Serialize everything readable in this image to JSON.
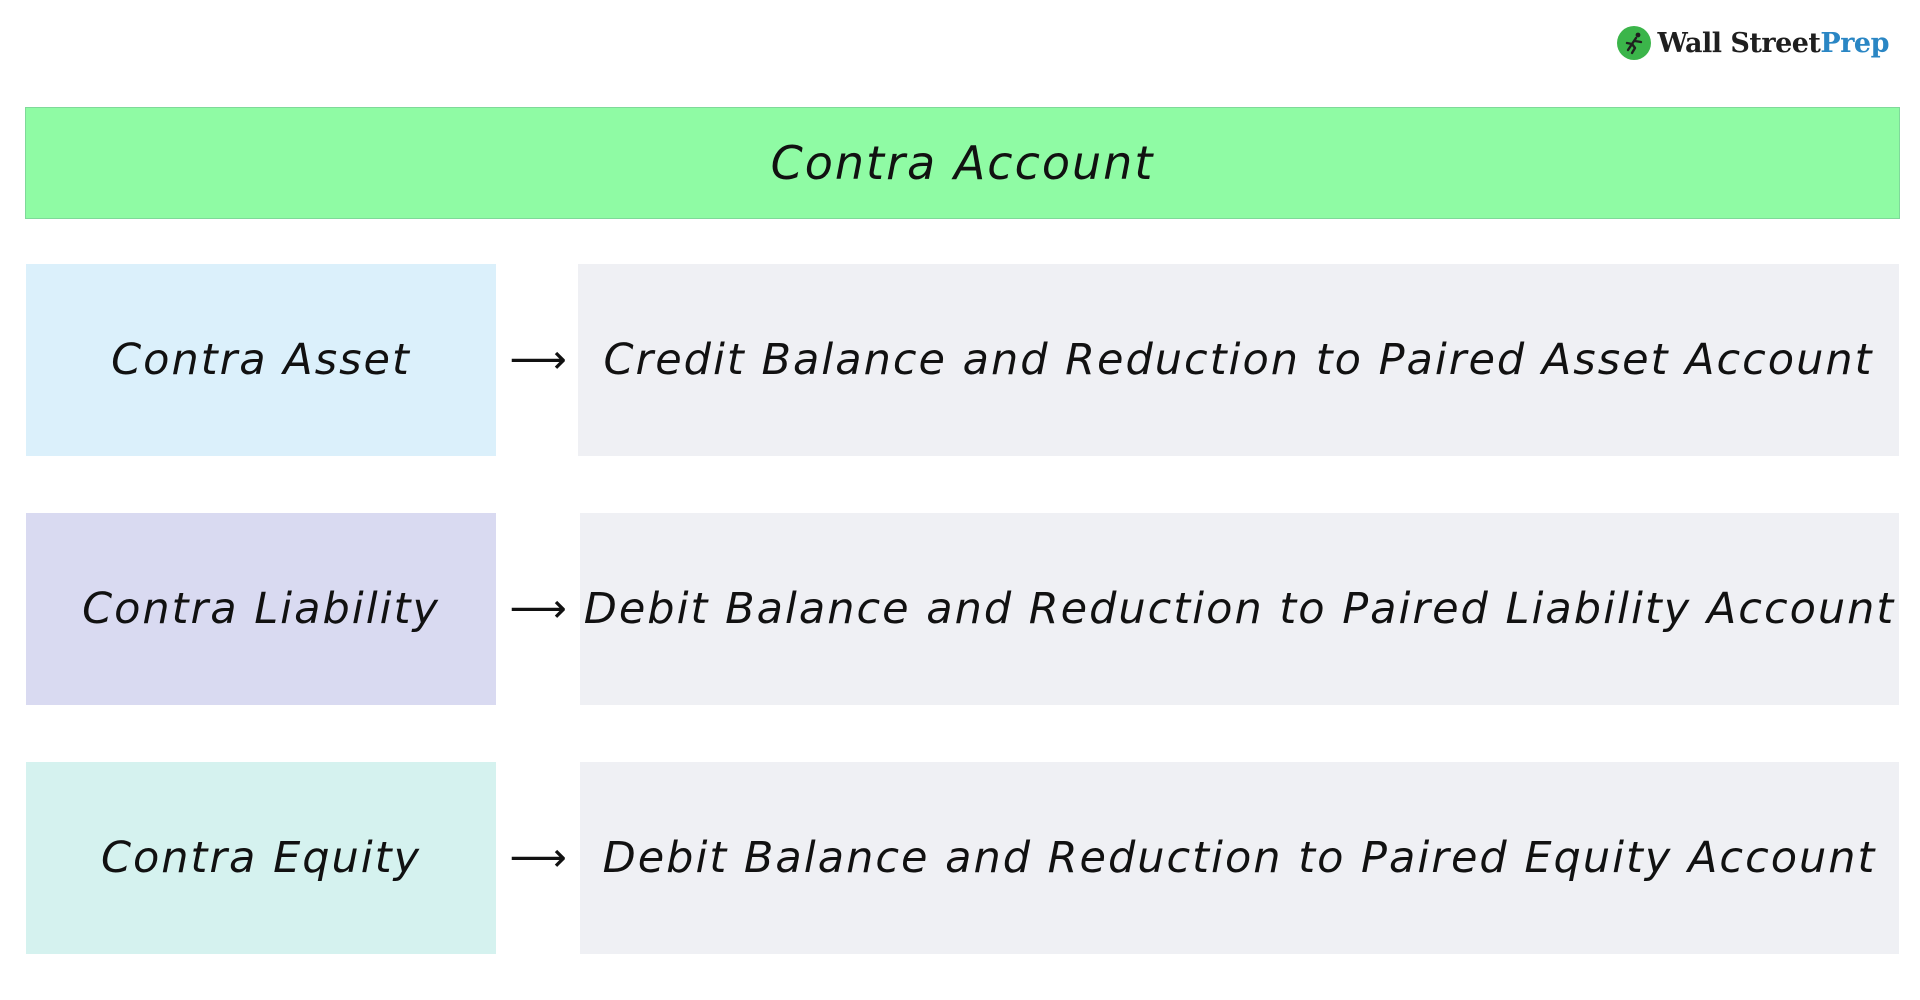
{
  "logo": {
    "text_main": "Wall Street",
    "text_accent": "Prep"
  },
  "header": {
    "title": "Contra Account"
  },
  "rows": [
    {
      "category": "Contra Asset",
      "arrow": "⟶",
      "description": "Credit Balance and Reduction to Paired Asset Account",
      "color": "#dbf0fb"
    },
    {
      "category": "Contra Liability",
      "arrow": "⟶",
      "description": "Debit Balance and Reduction to Paired Liability Account",
      "color": "#d9daf1"
    },
    {
      "category": "Contra Equity",
      "arrow": "⟶",
      "description": "Debit Balance and Reduction to Paired Equity Account",
      "color": "#d5f2ef"
    }
  ],
  "colors": {
    "header_bg": "#8ffba4",
    "description_bg": "#eff0f4",
    "logo_green": "#3bb54a",
    "logo_blue": "#2a86c4"
  }
}
